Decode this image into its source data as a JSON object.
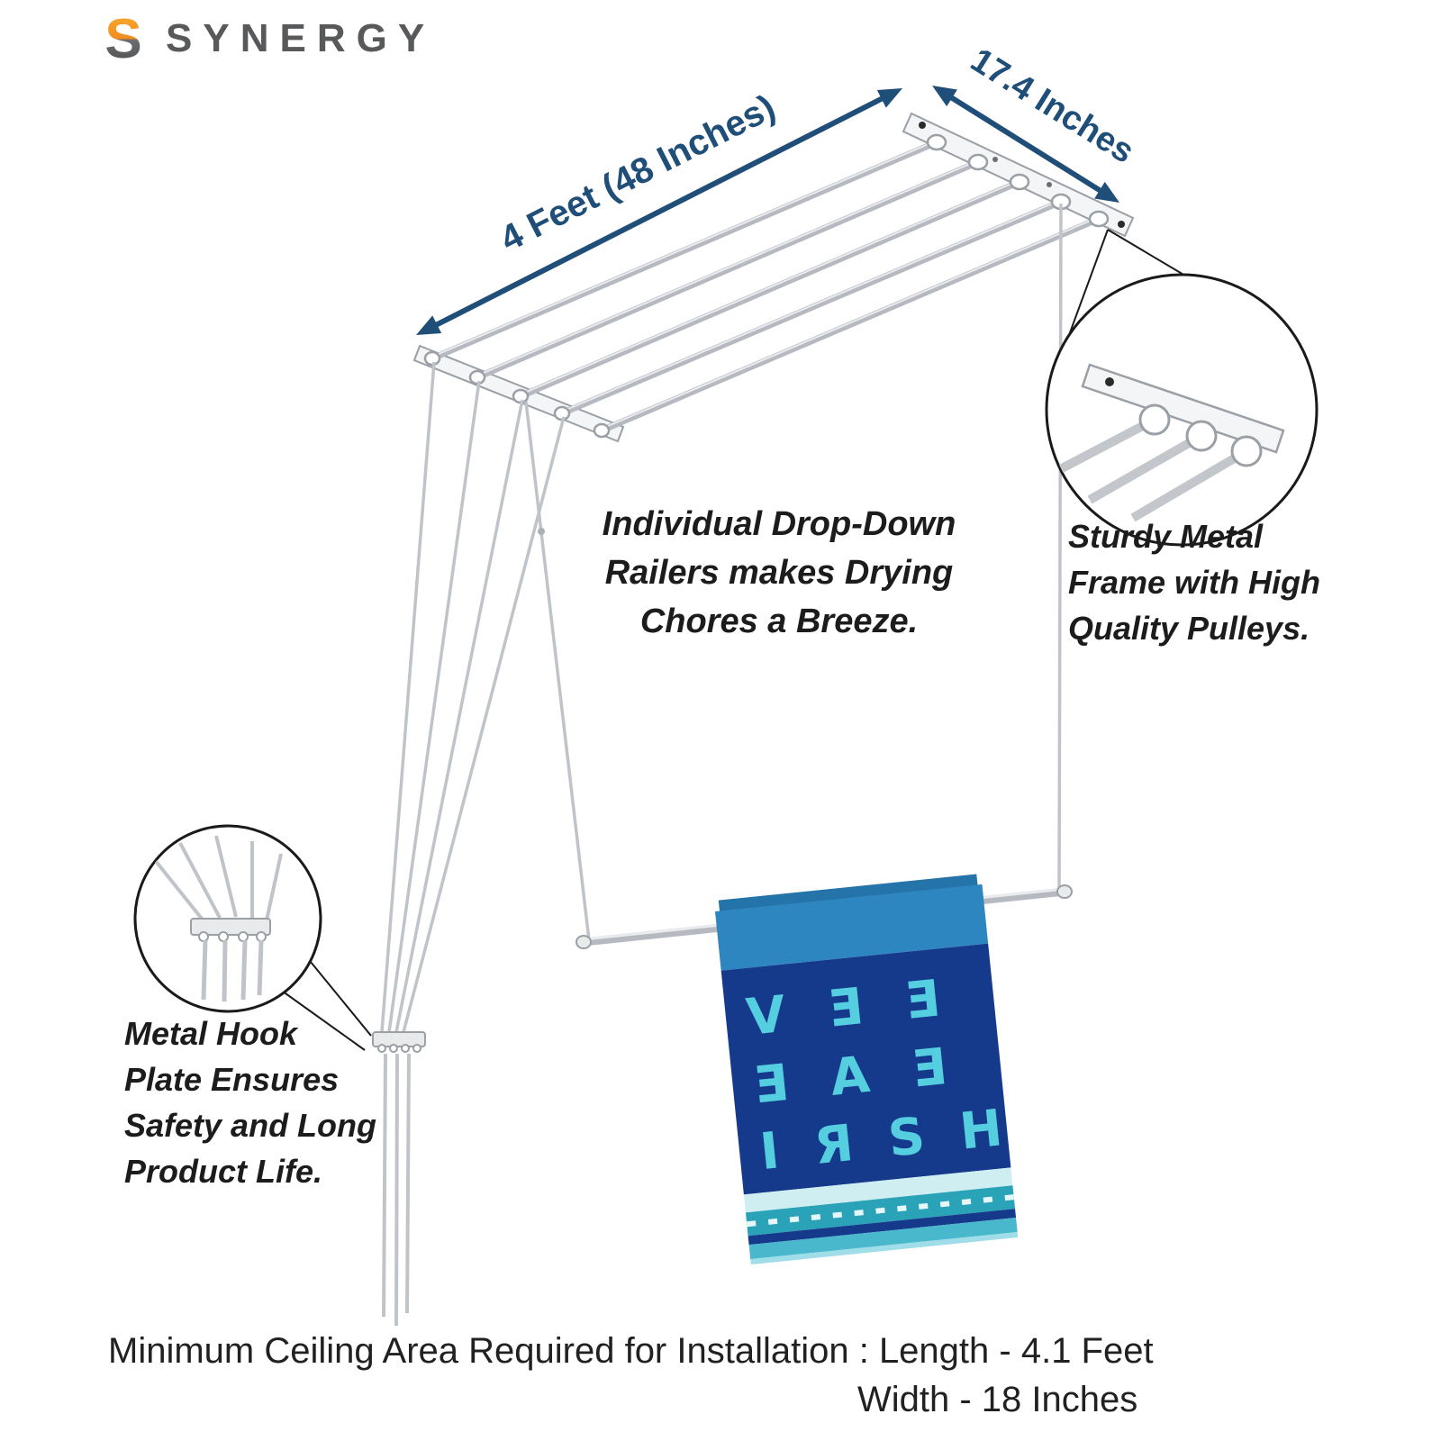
{
  "logo": {
    "mark": "S",
    "brand": "SYNERGY"
  },
  "dimension_labels": {
    "length": "4 Feet (48 Inches)",
    "depth": "17.4 Inches"
  },
  "captions": {
    "drop_down": "Individual Drop-Down\nRailers makes Drying\nChores a Breeze.",
    "metal_frame": "Sturdy Metal\nFrame with High\nQuality Pulleys.",
    "hook_plate": "Metal Hook\nPlate Ensures\nSafety and Long\nProduct Life."
  },
  "towel": {
    "row1": "V Ǝ Ǝ",
    "row2": "Ǝ A Ǝ",
    "row3": "I Я S H"
  },
  "footer": {
    "line1": "Minimum Ceiling Area Required for Installation : Length - 4.1 Feet",
    "line2": "Width - 18 Inches"
  },
  "colors": {
    "dimension_arrow": "#1f4e79",
    "towel_band": "#2e86c1",
    "towel_body": "#153a8c",
    "towel_letters": "#55cfe0",
    "logo_orange": "#f49b1c",
    "logo_gray": "#58595b",
    "metal_gray": "#b6bac0"
  }
}
